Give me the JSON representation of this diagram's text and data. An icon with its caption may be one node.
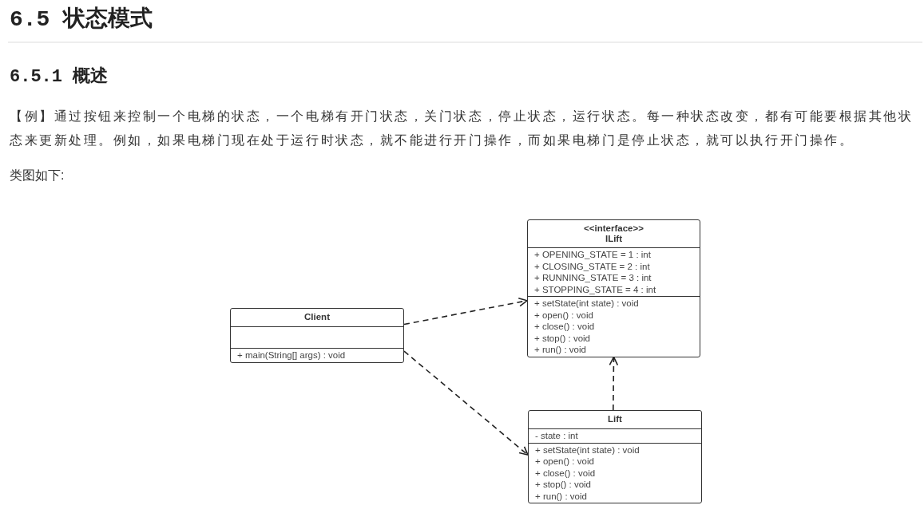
{
  "diagram": {
    "title": "6.5 状态模式",
    "nodes": [
      {
        "text": [
          "<<interface>>",
          "ILift",
          "+ OPENING_STATE = 1 : int",
          "+ CLOSING_STATE = 2 : int",
          "+ RUNNING_STATE = 3 : int",
          "+ STOPPING_STATE = 4 : int",
          "+ setState(int state) : void",
          "+ open() : void",
          "+ close() : void",
          "+ stop() : void",
          "+ run() : void"
        ]
      },
      {
        "text": [
          "Client",
          "+ main(String[] args) : void"
        ]
      },
      {
        "text": [
          "Lift",
          "- state : int",
          "+ setState(int state) : void",
          "+ open() : void",
          "+ close() : void",
          "+ stop() : void",
          "+ run() : void"
        ]
      }
    ],
    "edges": [
      {
        "from": 1,
        "to": 0,
        "arrow": "to",
        "style": "dashed"
      },
      {
        "from": 1,
        "to": 2,
        "arrow": "to",
        "style": "dashed"
      },
      {
        "from": 2,
        "to": 0,
        "arrow": "to",
        "style": "dashed"
      }
    ],
    "labels": [
      "6.5.1 概述",
      "【例】通过按钮来控制一个电梯的状态，一个电梯有开门状态，关门状态，停止状态，运行状态。每一种状态改变，都有可能要根据其他状态来更新处理。例如，如果电梯门现在处于运行时状态，就不能进行开门操作，而如果电梯门是停止状态，就可以执行开门操作。",
      "类图如下:"
    ]
  }
}
